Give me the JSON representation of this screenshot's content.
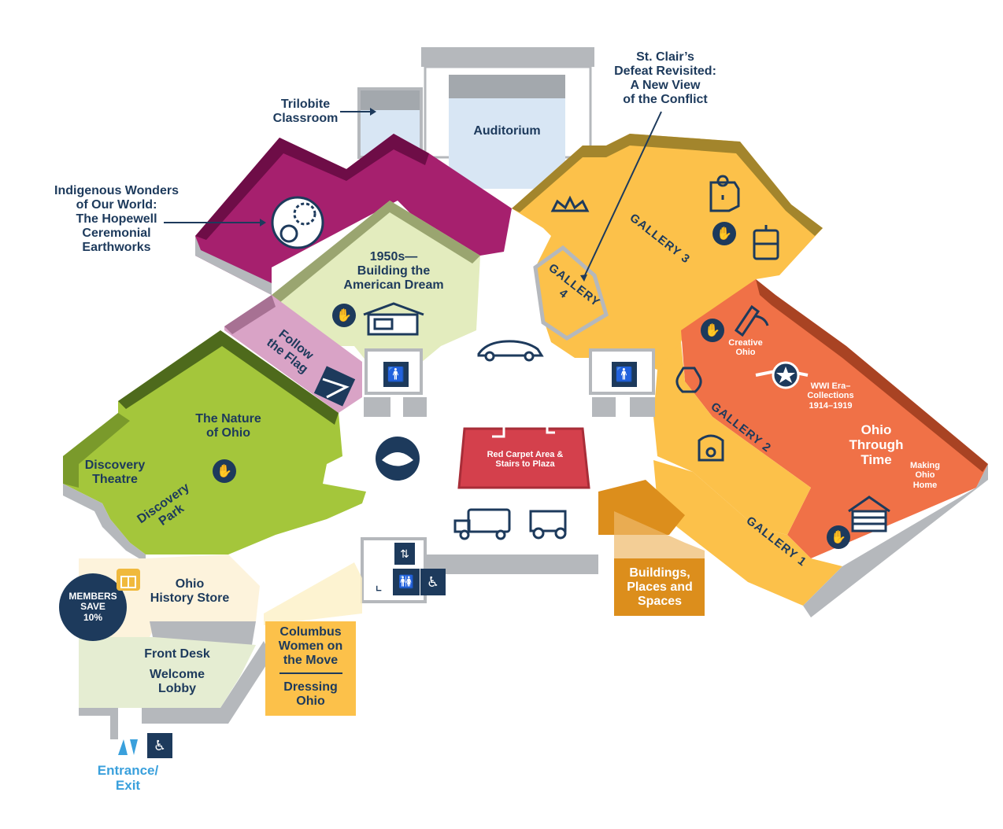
{
  "labels": {
    "trilobite": "Trilobite\nClassroom",
    "auditorium": "Auditorium",
    "st_clair": "St. Clair’s\nDefeat Revisited:\nA New View\nof the Conflict",
    "indigenous": "Indigenous Wonders\nof Our World:\nThe Hopewell\nCeremonial\nEarthworks",
    "fifties": "1950s—\nBuilding the\nAmerican Dream",
    "gallery3": "GALLERY 3",
    "gallery4": "GALLERY\n4",
    "follow_flag": "Follow\nthe Flag",
    "nature": "The Nature\nof Ohio",
    "discovery_theatre": "Discovery\nTheatre",
    "discovery_park": "Discovery\nPark",
    "creative_ohio": "Creative\nOhio",
    "wwi": "WWI Era–\nCollections\n1914–1919",
    "gallery2": "GALLERY 2",
    "ohio_through_time": "Ohio\nThrough\nTime",
    "making_ohio_home": "Making\nOhio\nHome",
    "red_carpet": "Red Carpet Area &\nStairs to Plaza",
    "gallery1": "GALLERY 1",
    "buildings": "Buildings,\nPlaces and\nSpaces",
    "members": "MEMBERS\nSAVE\n10%",
    "history_store": "Ohio\nHistory Store",
    "front_desk": "Front Desk",
    "welcome_lobby": "Welcome\nLobby",
    "columbus_women": "Columbus\nWomen on\nthe Move",
    "dressing_ohio": "Dressing\nOhio",
    "entrance": "Entrance/\nExit"
  },
  "colors": {
    "navy": "#1d3a5c",
    "magenta": "#a6206e",
    "yellow": "#fcc14a",
    "orange": "#f07147",
    "lime": "#a4c63b",
    "pale_green": "#e3ecbe",
    "pink": "#d9a3c6",
    "light_blue": "#d8e6f4",
    "gray_wall": "#b5b8bc",
    "red": "#d4404c",
    "gold": "#f0b93d",
    "cream": "#fdf3dc",
    "entrance_blue": "#3aa0dc",
    "buildings_orange": "#dc8e1c"
  },
  "icons": [
    "hand-icon",
    "restroom-icon",
    "accessible-icon",
    "elevator-icon",
    "stairs-icon",
    "crown-icon",
    "ohio-pin-icon",
    "trolley-icon",
    "vintage-car-icon",
    "vase-icon",
    "clock-icon",
    "star-wings-icon",
    "log-cabin-icon",
    "gift-icon",
    "flag-icon",
    "hopewell-icon"
  ]
}
